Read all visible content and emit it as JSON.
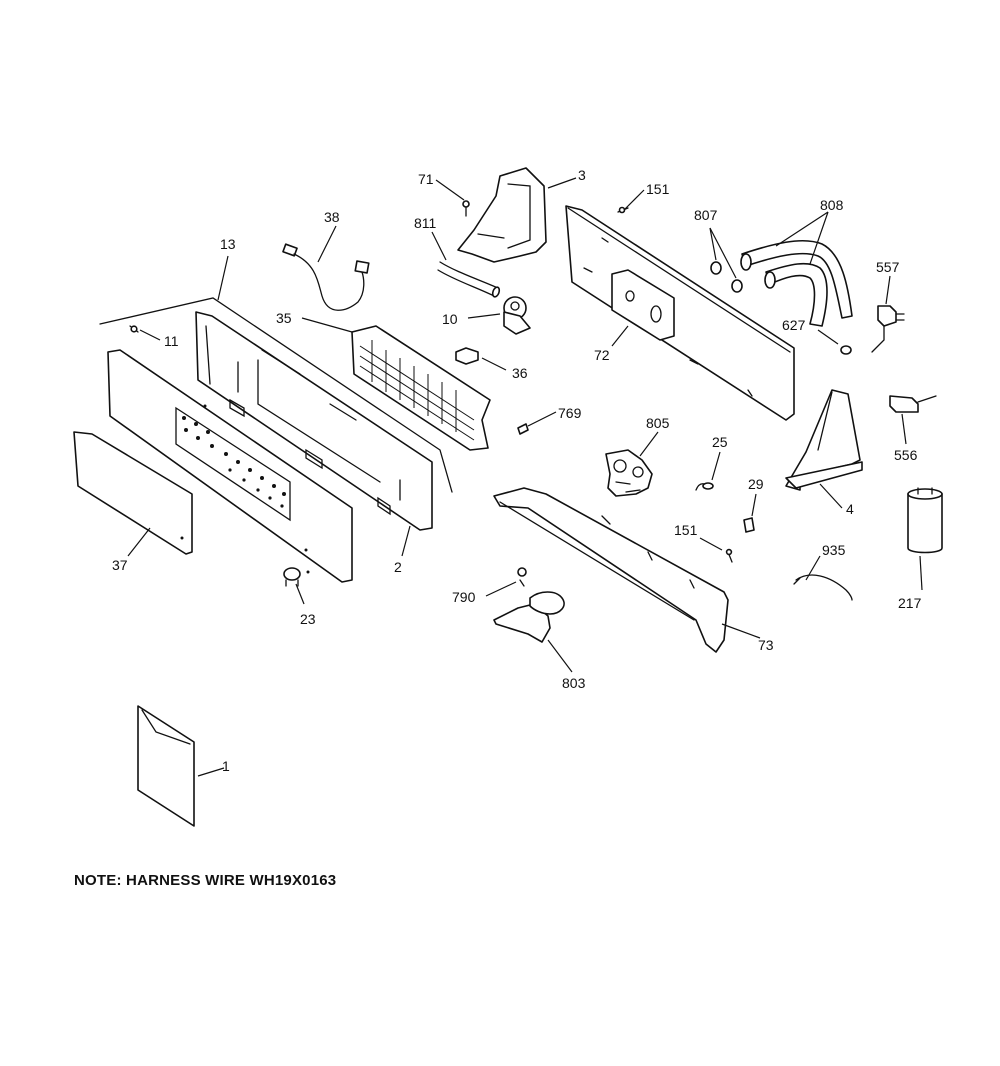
{
  "note": "NOTE: HARNESS WIRE WH19X0163",
  "callouts": {
    "c1": "1",
    "c2": "2",
    "c3": "3",
    "c4": "4",
    "c10": "10",
    "c11": "11",
    "c13": "13",
    "c23": "23",
    "c25": "25",
    "c29": "29",
    "c35": "35",
    "c36": "36",
    "c37": "37",
    "c38": "38",
    "c71": "71",
    "c72": "72",
    "c73": "73",
    "c151a": "151",
    "c151b": "151",
    "c217": "217",
    "c556": "556",
    "c557": "557",
    "c627": "627",
    "c769": "769",
    "c790": "790",
    "c803": "803",
    "c805": "805",
    "c807": "807",
    "c808": "808",
    "c811": "811",
    "c935": "935"
  },
  "parts": [
    "console-backsplash-13",
    "control-panel-2",
    "inlay-panel-37",
    "mounting-bracket-35",
    "wiring-harness-38",
    "screw-11",
    "knob-23",
    "bracket-3",
    "screw-71",
    "hose-811",
    "pressure-switch-10",
    "clip-36",
    "rear-panel-72",
    "screw-151",
    "washer-807",
    "fill-hose-808",
    "fill-hose-cap-627",
    "plug-557",
    "connector-556",
    "capacitor-217",
    "support-4",
    "water-valve-805",
    "wire-25",
    "clip-29",
    "clip-769",
    "top-cover-73",
    "screw-151-lower",
    "wire-935",
    "screw-790",
    "shield-803",
    "owner-manual-1"
  ]
}
